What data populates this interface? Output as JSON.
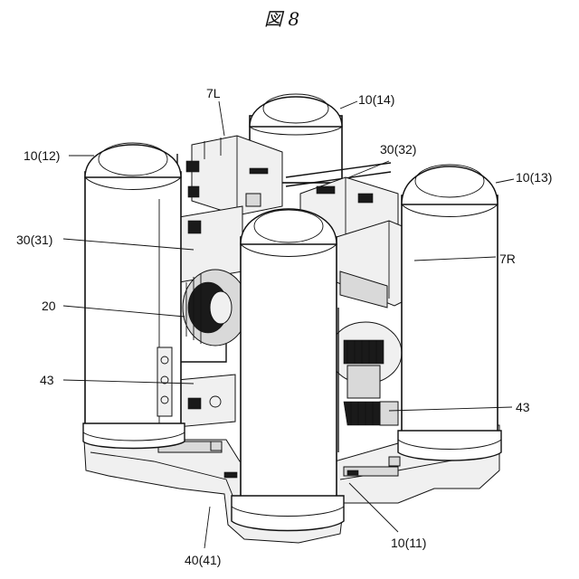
{
  "figure": {
    "title": "図 8"
  },
  "labels": {
    "l_7L": "7L",
    "l_10_14": "10(14)",
    "l_10_12": "10(12)",
    "l_30_32": "30(32)",
    "l_10_13": "10(13)",
    "l_30_31": "30(31)",
    "l_7R": "7R",
    "l_20": "20",
    "l_43_left": "43",
    "l_43_right": "43",
    "l_10_11": "10(11)",
    "l_40_41": "40(41)"
  }
}
